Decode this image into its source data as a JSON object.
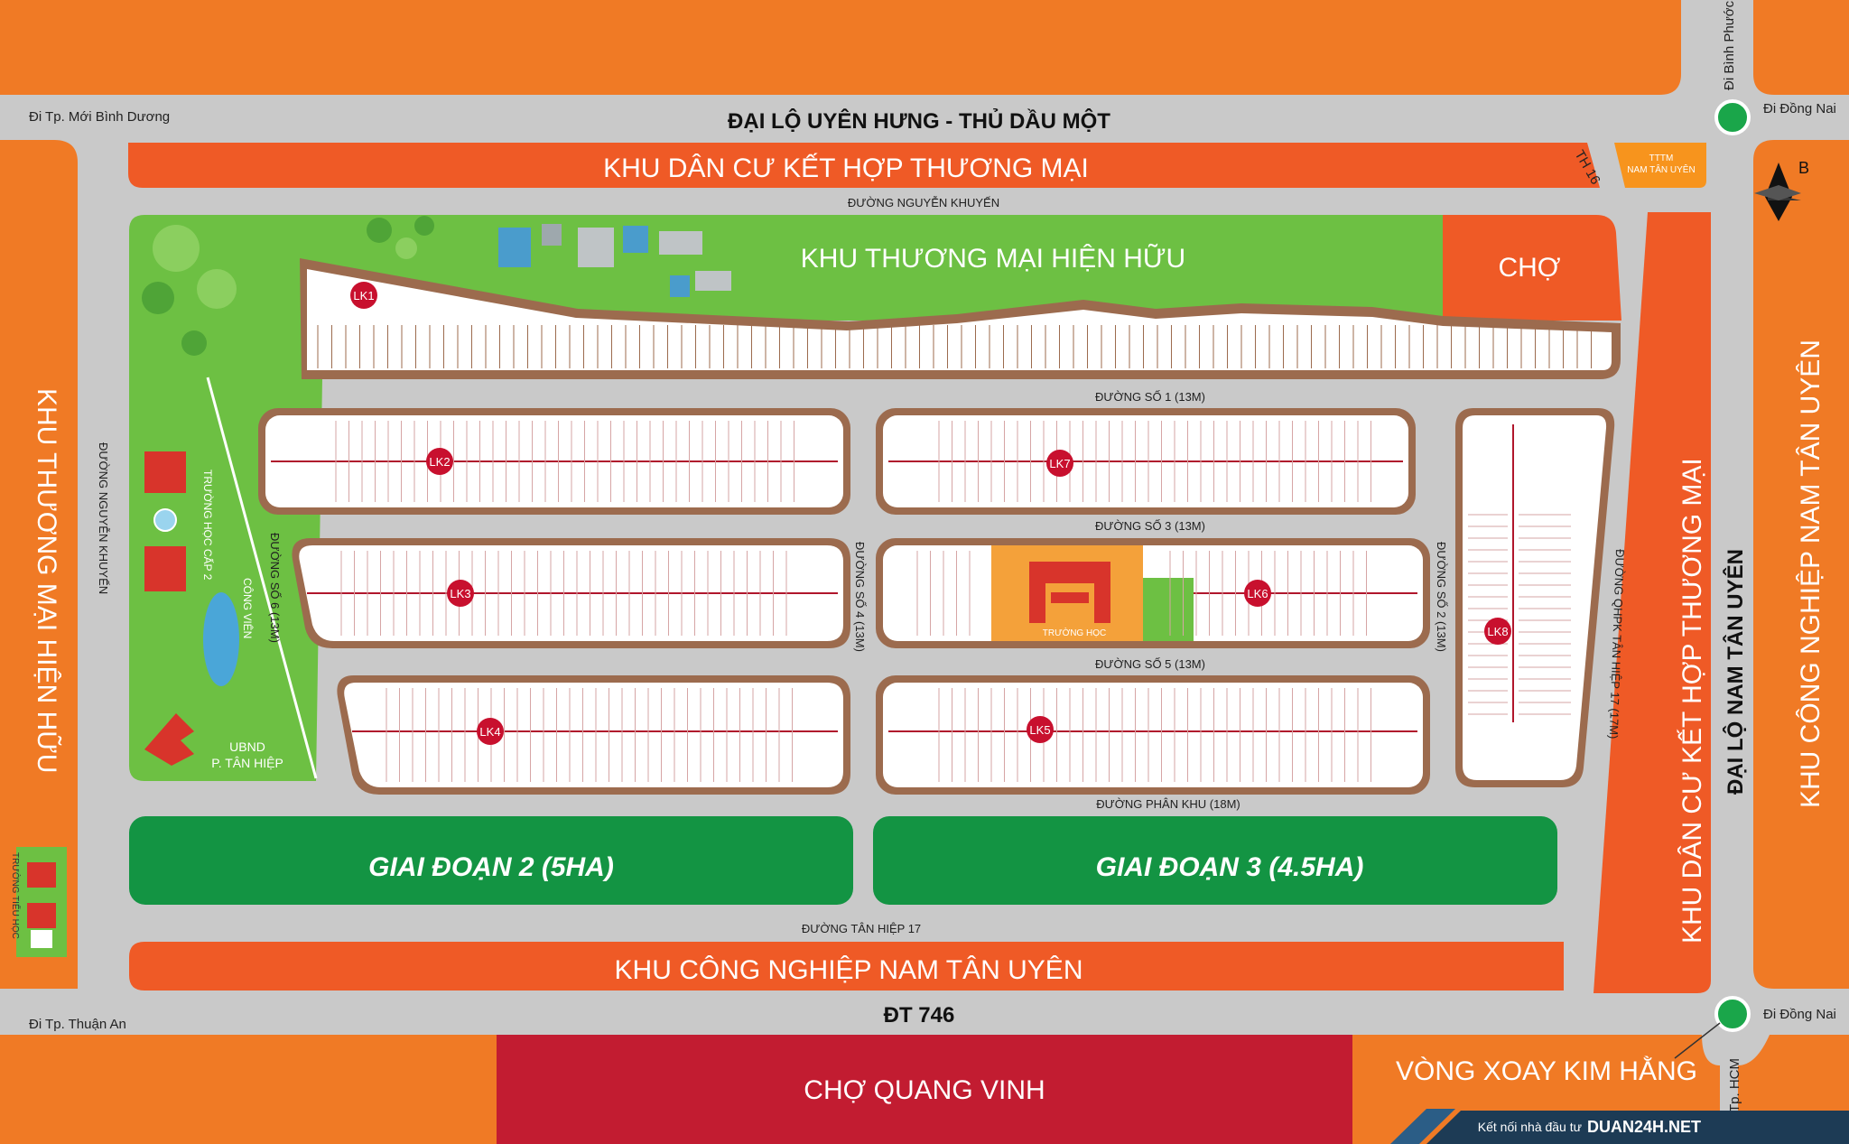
{
  "roads": {
    "top_boulevard": "ĐẠI LỘ UYÊN HƯNG - THỦ DẦU MỘT",
    "to_new_city": "Đi Tp. Mới Bình Dương",
    "to_binh_phuoc": "Đi Bình Phước",
    "to_dong_nai_top": "Đi Đồng Nai",
    "th16": "TH 16",
    "nguyen_khuyen_top": "ĐƯỜNG NGUYỄN KHUYẾN",
    "nguyen_khuyen_left": "ĐƯỜNG NGUYỄN KHUYẾN",
    "road1": "ĐƯỜNG SỐ 1 (13M)",
    "road3": "ĐƯỜNG SỐ 3 (13M)",
    "road5": "ĐƯỜNG SỐ 5 (13M)",
    "road6": "ĐƯỜNG SỐ 6 (13M)",
    "road4": "ĐƯỜNG SỐ 4 (13M)",
    "road2": "ĐƯỜNG SỐ 2 (13M)",
    "qhpk": "ĐƯỜNG QHPK TÂN HIỆP 17 (17M)",
    "phan_khu": "ĐƯỜNG PHÂN KHU (18M)",
    "tan_hiep_17": "ĐƯỜNG TÂN HIỆP 17",
    "dt746": "ĐT 746",
    "to_thuan_an": "Đi Tp. Thuận An",
    "to_dong_nai_bottom": "Đi Đồng Nai",
    "to_hcm": "Tp. HCM",
    "nam_tan_uyen_blvd": "ĐẠI LỘ NAM TÂN UYÊN"
  },
  "zones": {
    "residential_commerce_top": "KHU DÂN CƯ KẾT HỢP THƯƠNG MẠI",
    "existing_commerce_top": "KHU THƯƠNG MẠI HIỆN HỮU",
    "existing_commerce_left": "KHU THƯƠNG MẠI HIỆN HỮU",
    "market": "CHỢ",
    "tttm_line1": "TTTM",
    "tttm_line2": "NAM TÂN UYÊN",
    "residential_commerce_right": "KHU DÂN CƯ KẾT HỢP THƯƠNG MẠI",
    "industrial_right": "KHU CÔNG NGHIỆP NAM TÂN UYÊN",
    "phase2": "GIAI ĐOẠN 2 (5HA)",
    "phase3": "GIAI ĐOẠN 3 (4.5HA)",
    "industrial_bottom": "KHU CÔNG NGHIỆP NAM TÂN UYÊN",
    "quang_vinh_market": "CHỢ QUANG VINH",
    "kim_hang_roundabout": "VÒNG XOAY KIM HẰNG"
  },
  "facilities": {
    "middle_school": "TRƯỜNG HỌC CẤP 2",
    "park": "CÔNG VIÊN",
    "ubnd_line1": "UBND",
    "ubnd_line2": "P. TÂN HIỆP",
    "primary_school": "TRƯỜNG TIỂU HỌC",
    "school_center": "TRƯỜNG HỌC"
  },
  "blocks": [
    "LK1",
    "LK2",
    "LK3",
    "LK4",
    "LK5",
    "LK6",
    "LK7",
    "LK8"
  ],
  "compass": "B",
  "footer": {
    "prefix": "Kết nối nhà đầu tư",
    "brand": "DUAN24H.NET"
  },
  "colors": {
    "orange": "#f07a25",
    "red_orange": "#ef5a26",
    "green": "#6dc043",
    "dark_green": "#139443",
    "crimson": "#c21c31",
    "road_grey": "#c9c9c9",
    "block_brown": "#9c6b4e",
    "lot_red": "#b0162c"
  }
}
